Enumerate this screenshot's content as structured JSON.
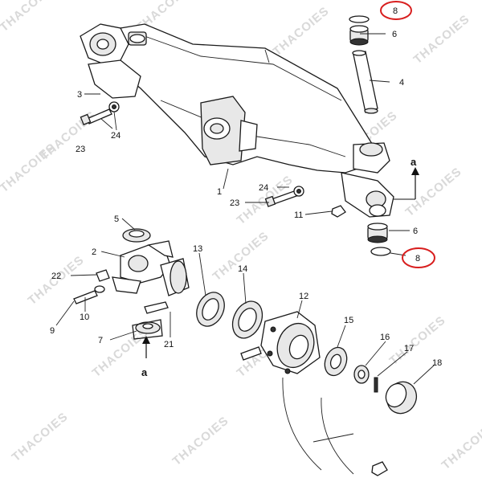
{
  "watermark": "THACOIES",
  "highlight_color": "#d81e1e",
  "callouts": [
    {
      "id": "c1",
      "text": "1"
    },
    {
      "id": "c2",
      "text": "2"
    },
    {
      "id": "c3",
      "text": "3"
    },
    {
      "id": "c4",
      "text": "4"
    },
    {
      "id": "c5",
      "text": "5"
    },
    {
      "id": "c6a",
      "text": "6"
    },
    {
      "id": "c6b",
      "text": "6"
    },
    {
      "id": "c7",
      "text": "7"
    },
    {
      "id": "c8a",
      "text": "8"
    },
    {
      "id": "c8b",
      "text": "8"
    },
    {
      "id": "c9",
      "text": "9"
    },
    {
      "id": "c10",
      "text": "10"
    },
    {
      "id": "c11",
      "text": "11"
    },
    {
      "id": "c12",
      "text": "12"
    },
    {
      "id": "c13",
      "text": "13"
    },
    {
      "id": "c14",
      "text": "14"
    },
    {
      "id": "c15",
      "text": "15"
    },
    {
      "id": "c16",
      "text": "16"
    },
    {
      "id": "c17",
      "text": "17"
    },
    {
      "id": "c18",
      "text": "18"
    },
    {
      "id": "c21",
      "text": "21"
    },
    {
      "id": "c22",
      "text": "22"
    },
    {
      "id": "c23a",
      "text": "23"
    },
    {
      "id": "c23b",
      "text": "23"
    },
    {
      "id": "c24a",
      "text": "24"
    },
    {
      "id": "c24b",
      "text": "24"
    }
  ],
  "ref_a_top": "a",
  "ref_a_bottom": "a"
}
